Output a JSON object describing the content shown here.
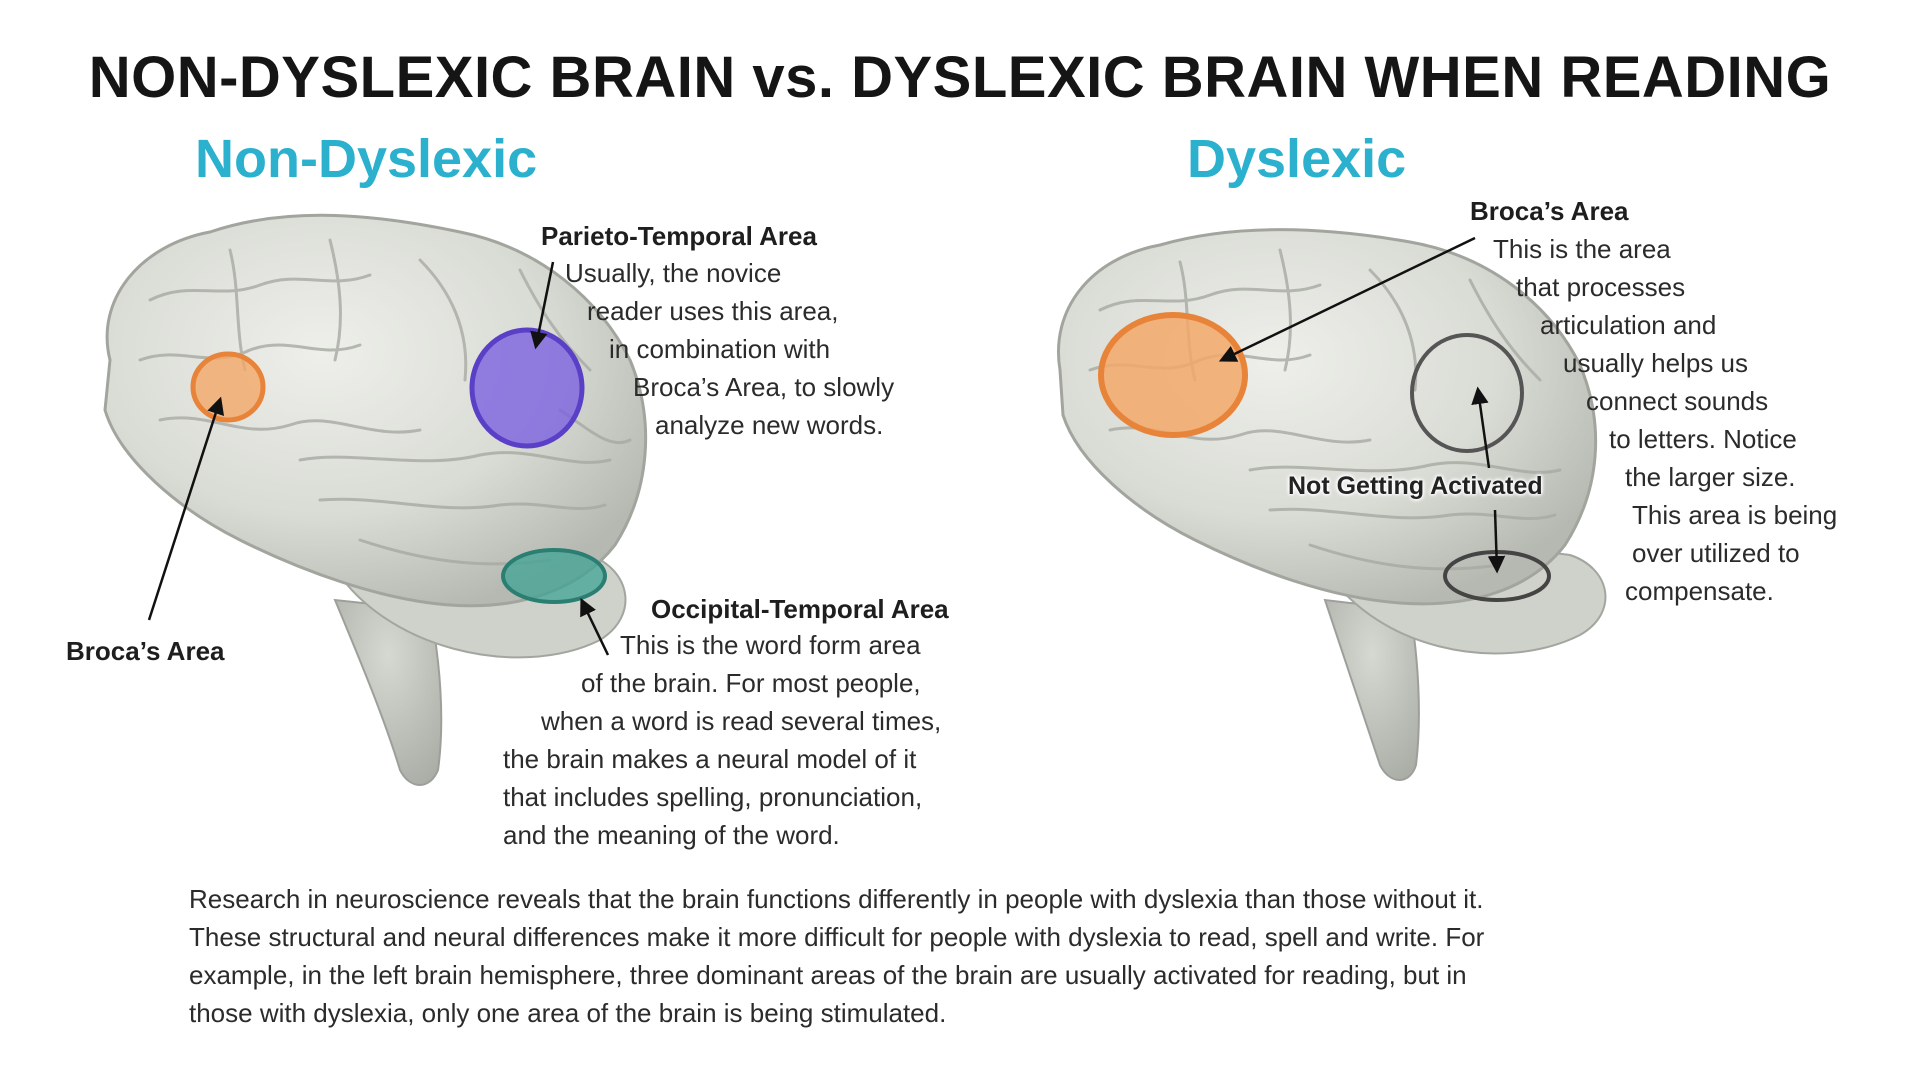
{
  "title": "NON-DYSLEXIC BRAIN vs. DYSLEXIC BRAIN WHEN READING",
  "left": {
    "heading": "Non-Dyslexic",
    "parieto": {
      "title": "Parieto-Temporal Area",
      "lines": [
        "Usually, the novice",
        "reader uses this area,",
        "in combination with",
        "Broca’s Area, to slowly",
        "analyze new words."
      ]
    },
    "occipital": {
      "title": "Occipital-Temporal Area",
      "lines": [
        "This is the word form area",
        "of the brain. For most people,",
        "when a word is read several times,",
        "the brain makes a neural model of it",
        "that includes spelling, pronunciation,",
        "and the meaning of the word."
      ]
    },
    "broca_label": "Broca’s Area"
  },
  "right": {
    "heading": "Dyslexic",
    "broca": {
      "title": "Broca’s Area",
      "lines": [
        "This is the area",
        "that processes",
        "articulation and",
        "usually helps us",
        "connect sounds",
        "to letters. Notice",
        "the larger size.",
        "This area is being",
        "over utilized to",
        "compensate."
      ]
    },
    "not_activated_label": "Not Getting Activated"
  },
  "paragraph": [
    "Research in neuroscience reveals that the brain functions differently in people with dyslexia than those without it.",
    "These structural and neural differences make it more difficult for people with dyslexia to read, spell and write. For",
    "example, in the left brain hemisphere, three dominant areas of the brain are usually activated for reading, but in",
    "those with dyslexia, only one area of the brain is being stimulated."
  ],
  "colors": {
    "heading_blue": "#2bb0cd",
    "broca_orange": "#e8843a",
    "parieto_purple": "#6b4fd8",
    "occipital_teal": "#2e8f80",
    "inactive_gray": "#555555"
  }
}
